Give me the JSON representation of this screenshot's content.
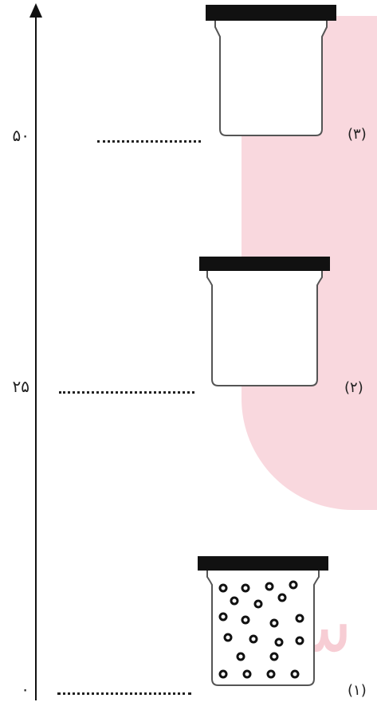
{
  "axis": {
    "ticks": [
      {
        "label": "۵۰"
      },
      {
        "label": "۲۵"
      },
      {
        "label": "۰"
      }
    ]
  },
  "samples": [
    {
      "label": "(۳)",
      "particles": "none"
    },
    {
      "label": "(۲)",
      "particles": "none"
    },
    {
      "label": "(۱)",
      "particles": "dots"
    }
  ],
  "colors": {
    "axis": "#111111",
    "jar_outline": "#555555",
    "lid": "#111111",
    "watermark": "#f4b8c3"
  }
}
